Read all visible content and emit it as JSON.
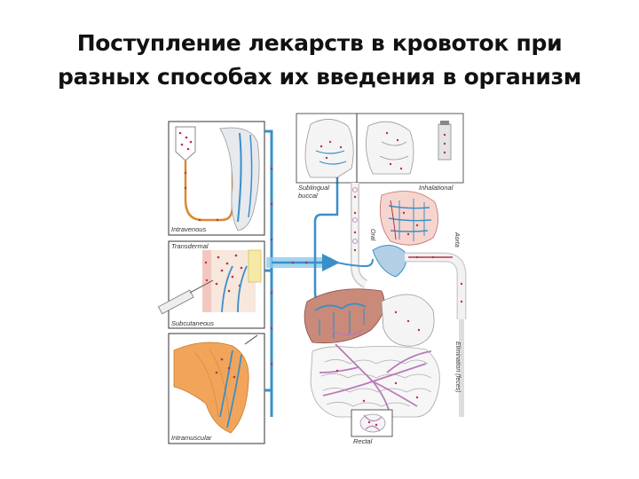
{
  "slide": {
    "title_line1": "Поступление лекарств в кровоток при",
    "title_line2": "разных способах их введения в организм"
  },
  "diagram": {
    "labels": {
      "intravenous": "Intravenous",
      "transdermal": "Transdermal",
      "subcutaneous": "Subcutaneous",
      "intramuscular": "Intramuscular",
      "sublingual": "Sublingual",
      "buccal": "buccal",
      "inhalational": "Inhalational",
      "oral": "Oral",
      "aorta": "Aorta",
      "rectal": "Rectal",
      "elimination": "Elimination (feces)"
    },
    "colors": {
      "vein": "#3a8fc8",
      "artery": "#b8324a",
      "lymph": "#b97ab8",
      "skin": "#f2a55a",
      "liver": "#c98a7a",
      "arrow": "#8ccbec"
    }
  }
}
